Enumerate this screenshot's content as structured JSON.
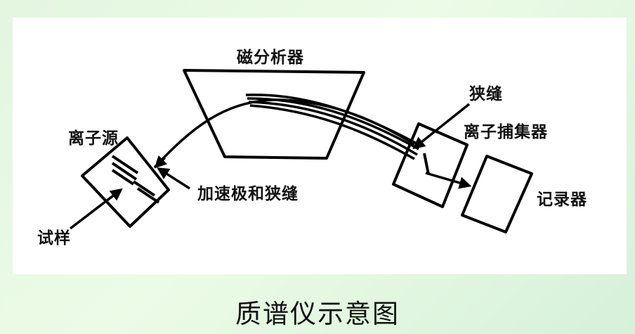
{
  "labels": {
    "magnetic_analyzer": "磁分析器",
    "slit": "狭缝",
    "ion_source": "离子源",
    "ion_collector": "离子捕集器",
    "accelerator_and_slit": "加速极和狭缝",
    "recorder": "记录器",
    "sample": "试样"
  },
  "caption": "质谱仪示意图"
}
